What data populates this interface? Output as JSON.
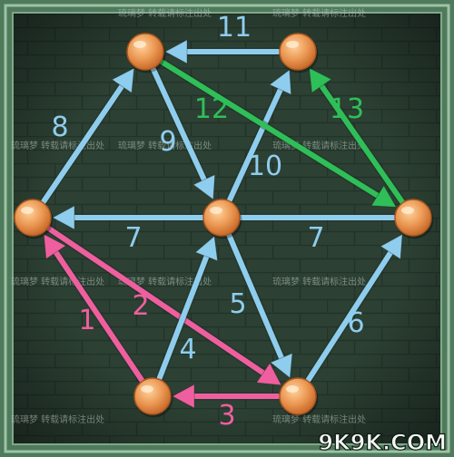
{
  "puzzle": {
    "colors": {
      "blue": "#8fcdee",
      "green": "#2fbf58",
      "pink": "#ef5f9f",
      "node": "#e58f4f"
    },
    "nodes": [
      {
        "id": "top-left"
      },
      {
        "id": "top-right"
      },
      {
        "id": "left"
      },
      {
        "id": "center"
      },
      {
        "id": "right"
      },
      {
        "id": "bottom-left"
      },
      {
        "id": "bottom-right"
      }
    ],
    "strokes": [
      {
        "label": "1",
        "from": "bottom-left",
        "to": "left",
        "color": "pink"
      },
      {
        "label": "2",
        "from": "left",
        "to": "bottom-right",
        "color": "pink"
      },
      {
        "label": "3",
        "from": "bottom-right",
        "to": "bottom-left",
        "color": "pink"
      },
      {
        "label": "4",
        "from": "bottom-left",
        "to": "center",
        "color": "blue"
      },
      {
        "label": "5",
        "from": "center",
        "to": "bottom-right",
        "color": "blue"
      },
      {
        "label": "6",
        "from": "bottom-right",
        "to": "right",
        "color": "blue"
      },
      {
        "label": "7",
        "from": "right",
        "to": "left",
        "color": "blue"
      },
      {
        "label": "8",
        "from": "left",
        "to": "top-left",
        "color": "blue"
      },
      {
        "label": "9",
        "from": "top-left",
        "to": "center",
        "color": "blue"
      },
      {
        "label": "10",
        "from": "center",
        "to": "top-right",
        "color": "blue"
      },
      {
        "label": "11",
        "from": "top-right",
        "to": "top-left",
        "color": "blue"
      },
      {
        "label": "12",
        "from": "top-left",
        "to": "right",
        "color": "green"
      },
      {
        "label": "13",
        "from": "right",
        "to": "top-right",
        "color": "green"
      }
    ],
    "labels": [
      {
        "text": "1",
        "color": "pink"
      },
      {
        "text": "2",
        "color": "pink"
      },
      {
        "text": "3",
        "color": "pink"
      },
      {
        "text": "4",
        "color": "blue"
      },
      {
        "text": "5",
        "color": "blue"
      },
      {
        "text": "6",
        "color": "blue"
      },
      {
        "text": "7",
        "color": "blue"
      },
      {
        "text": "7",
        "color": "blue"
      },
      {
        "text": "8",
        "color": "blue"
      },
      {
        "text": "9",
        "color": "blue"
      },
      {
        "text": "10",
        "color": "blue"
      },
      {
        "text": "11",
        "color": "blue"
      },
      {
        "text": "12",
        "color": "green"
      },
      {
        "text": "13",
        "color": "green"
      }
    ]
  },
  "watermark": "琉璃梦 转载请标注出处",
  "brand": "9K9K.COM"
}
